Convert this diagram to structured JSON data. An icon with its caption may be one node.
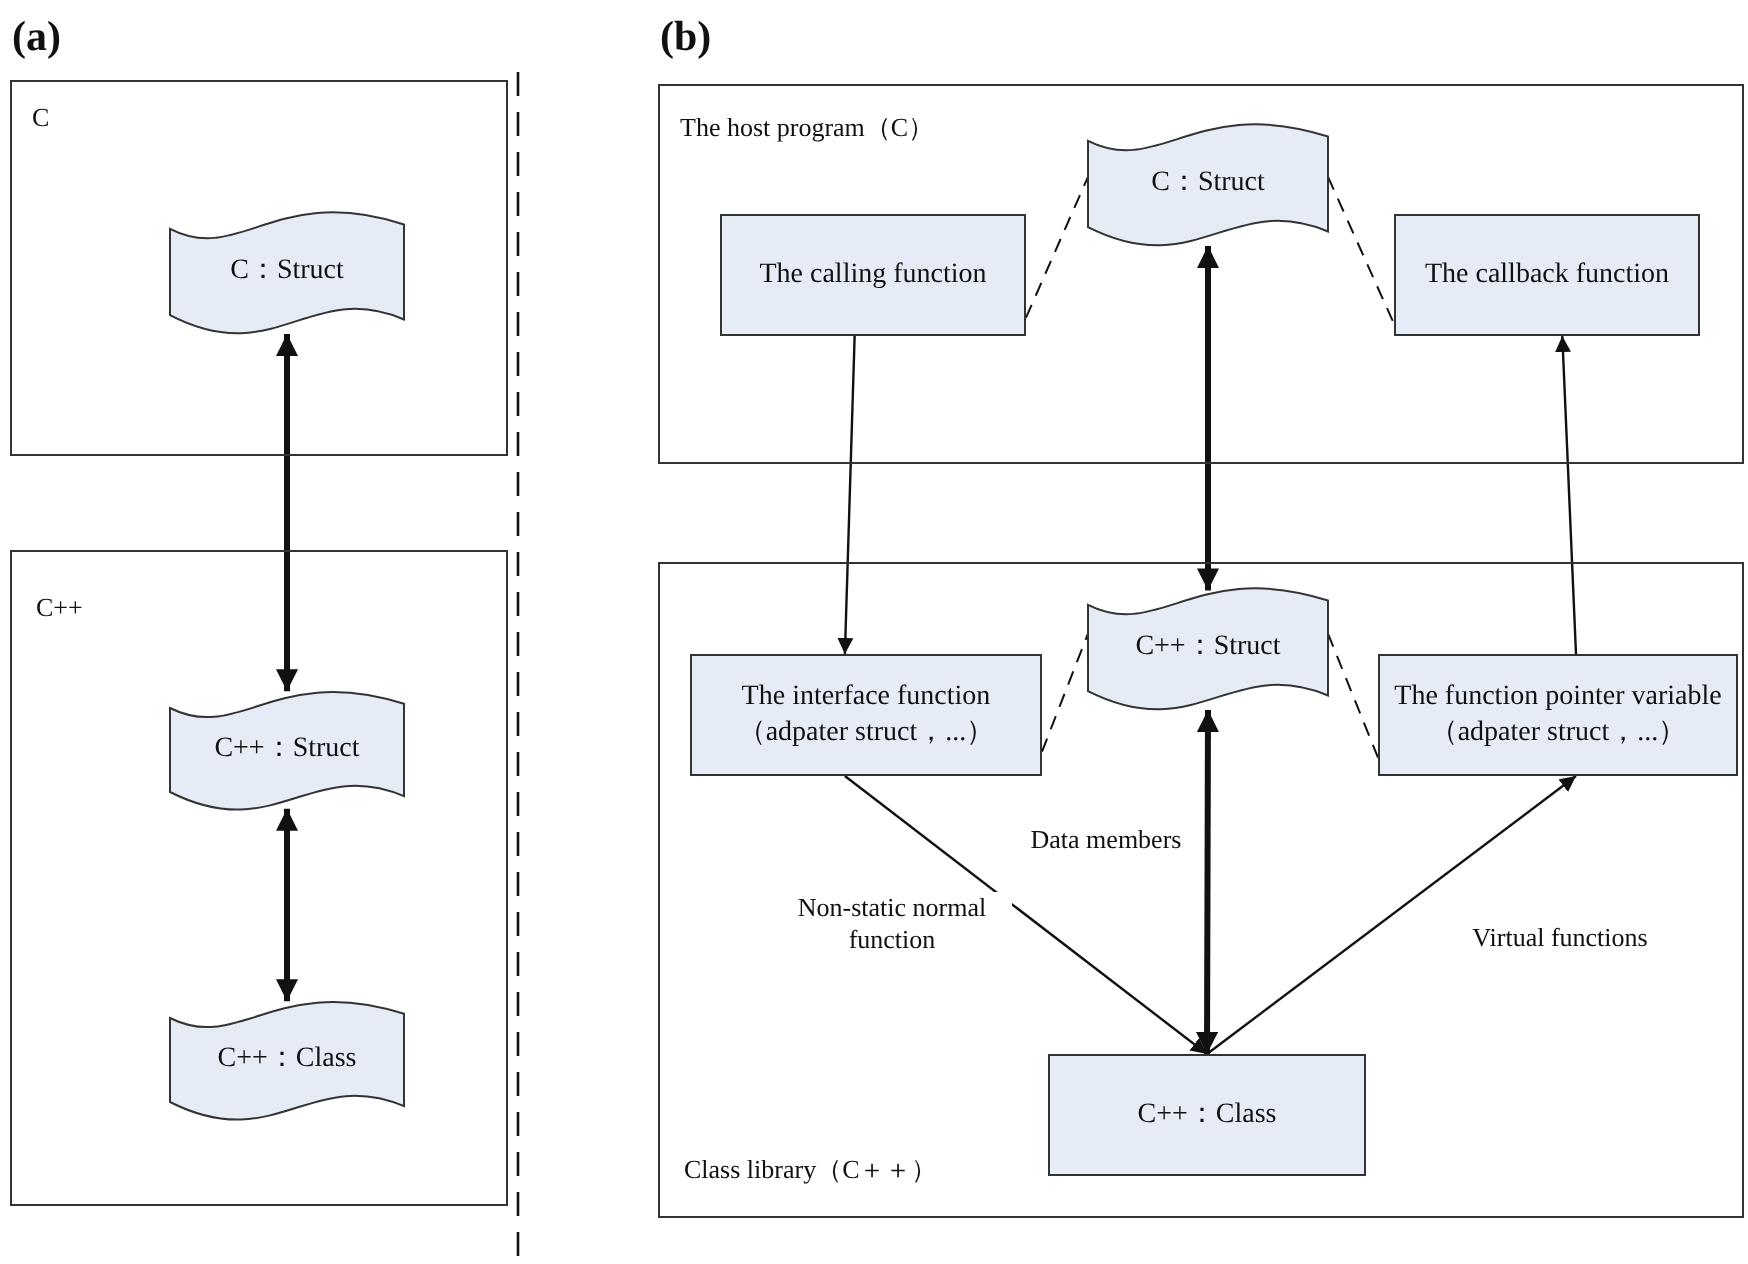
{
  "diagram": {
    "nodes": [
      {
        "text": [
          "C"
        ]
      },
      {
        "text": [
          "C：Struct"
        ],
        "in": 0
      },
      {
        "text": [
          "C++"
        ]
      },
      {
        "text": [
          "C++：Struct"
        ],
        "in": 2
      },
      {
        "text": [
          "C++：Class"
        ],
        "in": 2
      },
      {
        "text": [
          "The host program（C）"
        ]
      },
      {
        "text": [
          "The calling function"
        ],
        "in": 5
      },
      {
        "text": [
          "C：Struct"
        ],
        "in": 5
      },
      {
        "text": [
          "The callback function"
        ],
        "in": 5
      },
      {
        "text": [
          "Class library（C＋＋）"
        ]
      },
      {
        "text": [
          "The interface function（adpater struct，...）"
        ],
        "in": 9
      },
      {
        "text": [
          "C++：Struct"
        ],
        "in": 9
      },
      {
        "text": [
          "The function pointer variable（adpater struct，...）"
        ],
        "in": 9
      },
      {
        "text": [
          "C++：Class"
        ],
        "in": 9
      }
    ],
    "edges": [
      {
        "from": 1,
        "to": 3,
        "arrow": "both",
        "style": "thick"
      },
      {
        "from": 3,
        "to": 4,
        "arrow": "both",
        "style": "thick"
      },
      {
        "from": 6,
        "to": 7,
        "arrow": "none",
        "style": "dashed"
      },
      {
        "from": 7,
        "to": 8,
        "arrow": "none",
        "style": "dashed"
      },
      {
        "from": 6,
        "to": 10,
        "arrow": "to"
      },
      {
        "from": 12,
        "to": 8,
        "arrow": "to"
      },
      {
        "from": 7,
        "to": 11,
        "arrow": "both",
        "style": "thick"
      },
      {
        "from": 10,
        "to": 11,
        "arrow": "none",
        "style": "dashed"
      },
      {
        "from": 11,
        "to": 12,
        "arrow": "none",
        "style": "dashed"
      },
      {
        "from": 11,
        "to": 13,
        "label": "Data members",
        "arrow": "both",
        "style": "thick"
      },
      {
        "from": 10,
        "to": 13,
        "label": "Non-static normal function",
        "arrow": "to"
      },
      {
        "from": 13,
        "to": 12,
        "label": "Virtual functions",
        "arrow": "to"
      }
    ],
    "labels": [
      "(a)",
      "(b)"
    ]
  }
}
